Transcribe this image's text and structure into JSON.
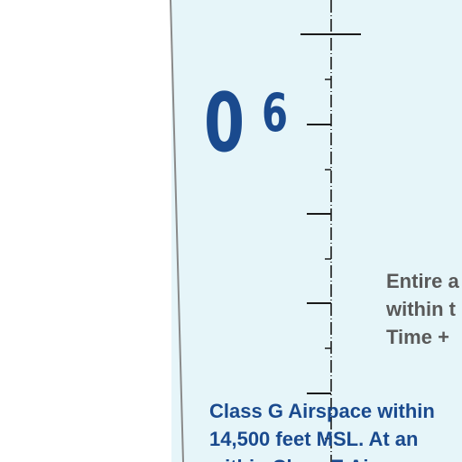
{
  "map": {
    "colors": {
      "paper": "#ffffff",
      "panel": "#e6f5f9",
      "border_line": "#8a8a8a",
      "tick_line": "#1a1a1a",
      "chart_blue": "#1a4a8e",
      "note_gray": "#595959"
    },
    "grid_number": {
      "digit": "0",
      "superscript": "6"
    },
    "note_gray_lines": [
      "Entire a",
      "within t",
      "Time +"
    ],
    "note_blue_lines": [
      "Class G Airspace within",
      "14,500 feet MSL. At an",
      "within Class E Airspace"
    ]
  }
}
